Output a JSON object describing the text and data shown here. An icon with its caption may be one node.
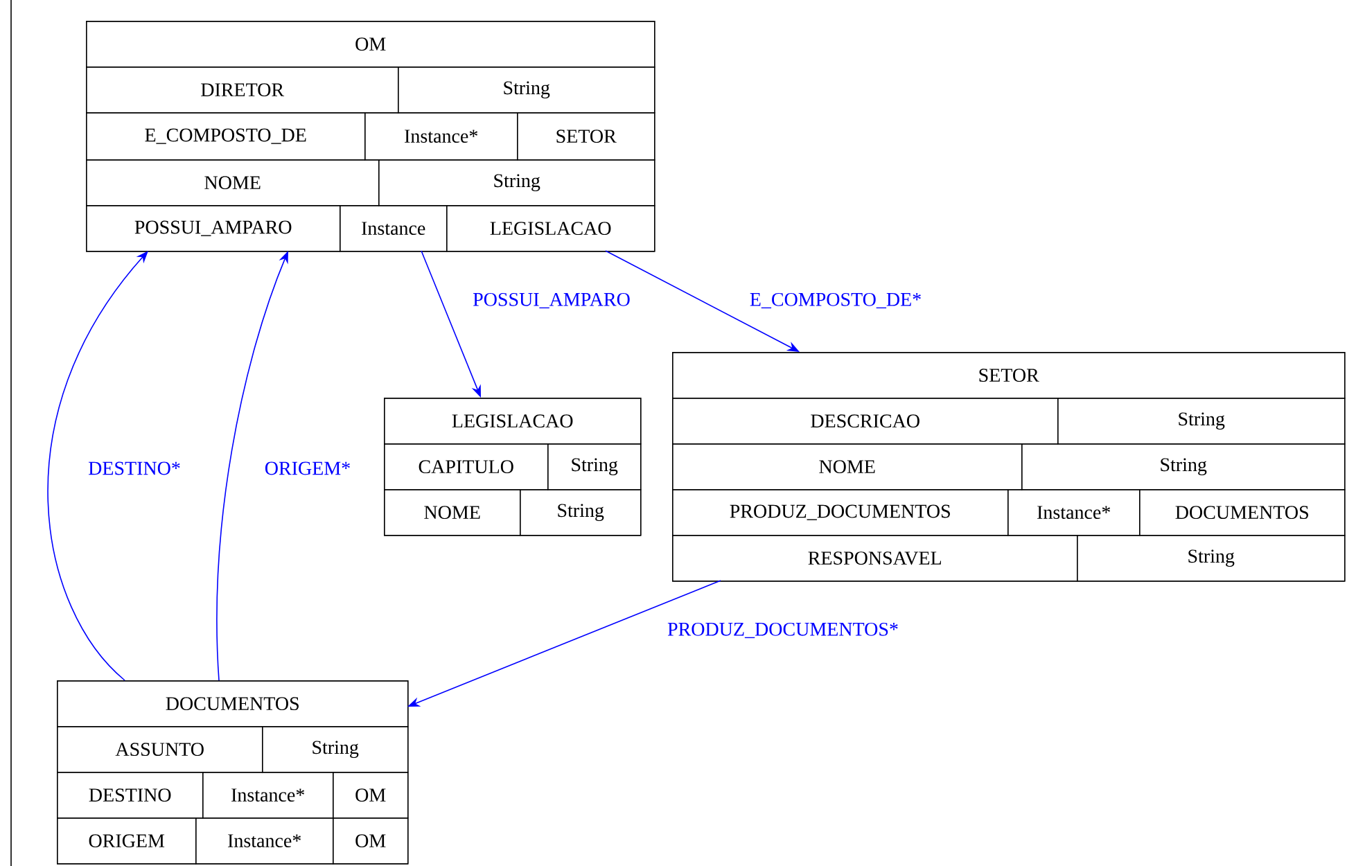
{
  "diagram": {
    "nodes": [
      {
        "text": [
          "OM",
          "DIRETOR",
          "String",
          "E_COMPOSTO_DE",
          "Instance*",
          "SETOR",
          "NOME",
          "String",
          "POSSUI_AMPARO",
          "Instance",
          "LEGISLACAO"
        ]
      },
      {
        "text": [
          "LEGISLACAO",
          "CAPITULO",
          "String",
          "NOME",
          "String"
        ]
      },
      {
        "text": [
          "SETOR",
          "DESCRICAO",
          "String",
          "NOME",
          "String",
          "PRODUZ_DOCUMENTOS",
          "Instance*",
          "DOCUMENTOS",
          "RESPONSAVEL",
          "String"
        ]
      },
      {
        "text": [
          "DOCUMENTOS",
          "ASSUNTO",
          "String",
          "DESTINO",
          "Instance*",
          "OM",
          "ORIGEM",
          "Instance*",
          "OM"
        ]
      }
    ],
    "edges": [
      {
        "from": 0,
        "to": 1,
        "arrow": "to",
        "label": "POSSUI_AMPARO"
      },
      {
        "from": 0,
        "to": 2,
        "arrow": "to",
        "label": "E_COMPOSTO_DE*"
      },
      {
        "from": 2,
        "to": 3,
        "arrow": "to",
        "label": "PRODUZ_DOCUMENTOS*"
      },
      {
        "from": 3,
        "to": 0,
        "arrow": "to",
        "label": "DESTINO*"
      },
      {
        "from": 3,
        "to": 0,
        "arrow": "to",
        "label": "ORIGEM*"
      }
    ]
  }
}
